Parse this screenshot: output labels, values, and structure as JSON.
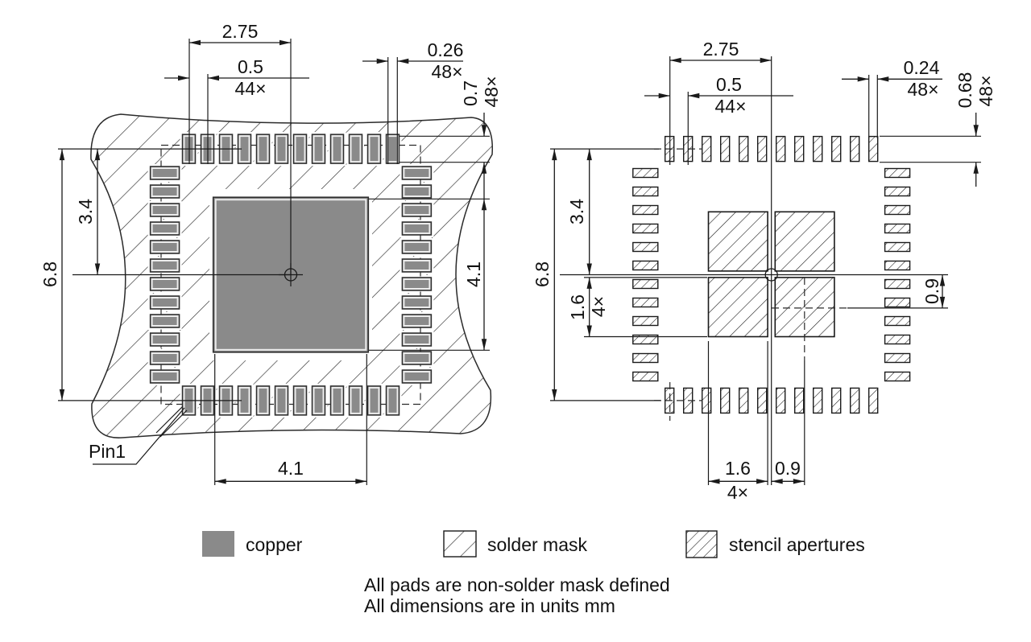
{
  "drawing": {
    "land_pattern_view": {
      "dim_span_to_center": "2.75",
      "dim_pitch": "0.5",
      "dim_pitch_count": "44×",
      "dim_pad_width": "0.26",
      "dim_pad_width_count": "48×",
      "dim_pad_length": "0.7",
      "dim_pad_length_count": "48×",
      "dim_row_to_center": "3.4",
      "dim_overall": "6.8",
      "dim_thermal_height": "4.1",
      "dim_thermal_width": "4.1",
      "pin1_label": "Pin1"
    },
    "stencil_view": {
      "dim_span_to_center": "2.75",
      "dim_pitch": "0.5",
      "dim_pitch_count": "44×",
      "dim_aperture_width": "0.24",
      "dim_aperture_width_count": "48×",
      "dim_aperture_length": "0.68",
      "dim_aperture_length_count": "48×",
      "dim_row_to_center": "3.4",
      "dim_overall": "6.8",
      "dim_paste_size_left": "1.6",
      "dim_paste_count_left": "4×",
      "dim_paste_offset_right": "0.9",
      "dim_paste_size_bottom": "1.6",
      "dim_paste_count_bottom": "4×",
      "dim_paste_offset_bottom": "0.9"
    },
    "legend": {
      "copper_label": "copper",
      "solder_mask_label": "solder mask",
      "stencil_apertures_label": "stencil apertures"
    },
    "notes": {
      "line1": "All pads are non-solder mask defined",
      "line2": "All dimensions are in units mm"
    },
    "colors": {
      "copper": "#8a8a8a",
      "line": "#1a1a1a",
      "pad_inner_ring": "#ececec",
      "background": "#ffffff"
    }
  }
}
